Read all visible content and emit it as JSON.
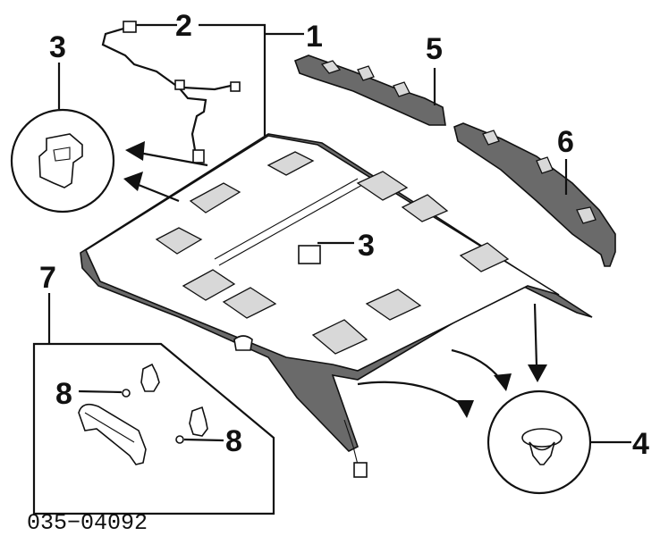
{
  "callouts": {
    "c1": "1",
    "c2": "2",
    "c3_left": "3",
    "c3_center": "3",
    "c4": "4",
    "c5": "5",
    "c6": "6",
    "c7": "7",
    "c8_upper": "8",
    "c8_lower": "8"
  },
  "diagram_code": "035−04092"
}
